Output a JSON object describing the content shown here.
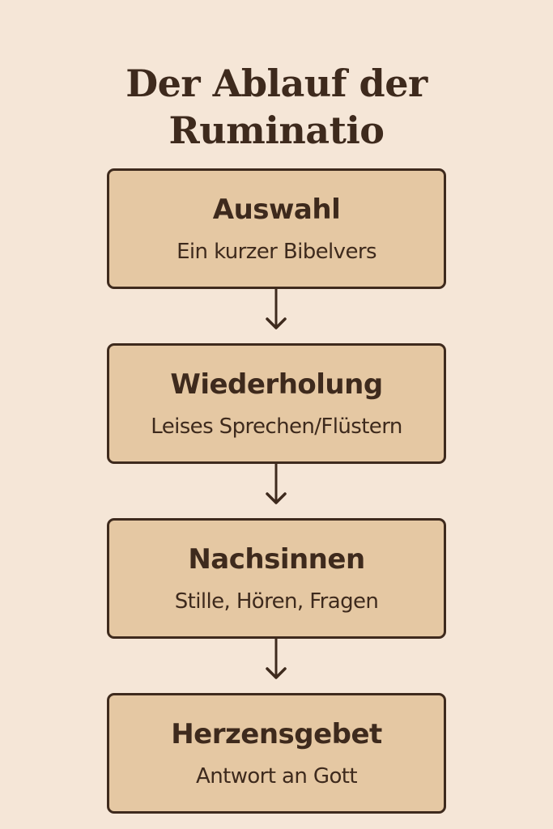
{
  "title": {
    "line1": "Der Ablauf der",
    "line2": "Ruminatio"
  },
  "steps": [
    {
      "title": "Auswahl",
      "subtitle": "Ein kurzer Bibelvers"
    },
    {
      "title": "Wiederholung",
      "subtitle": "Leises Sprechen/Flüstern"
    },
    {
      "title": "Nachsinnen",
      "subtitle": "Stille, Hören, Fragen"
    },
    {
      "title": "Herzensgebet",
      "subtitle": "Antwort an Gott"
    }
  ],
  "colors": {
    "background": "#f5e6d7",
    "box_fill": "#e5c8a3",
    "ink": "#3e2a1d"
  },
  "icons": {
    "connector": "arrow-down-icon"
  }
}
